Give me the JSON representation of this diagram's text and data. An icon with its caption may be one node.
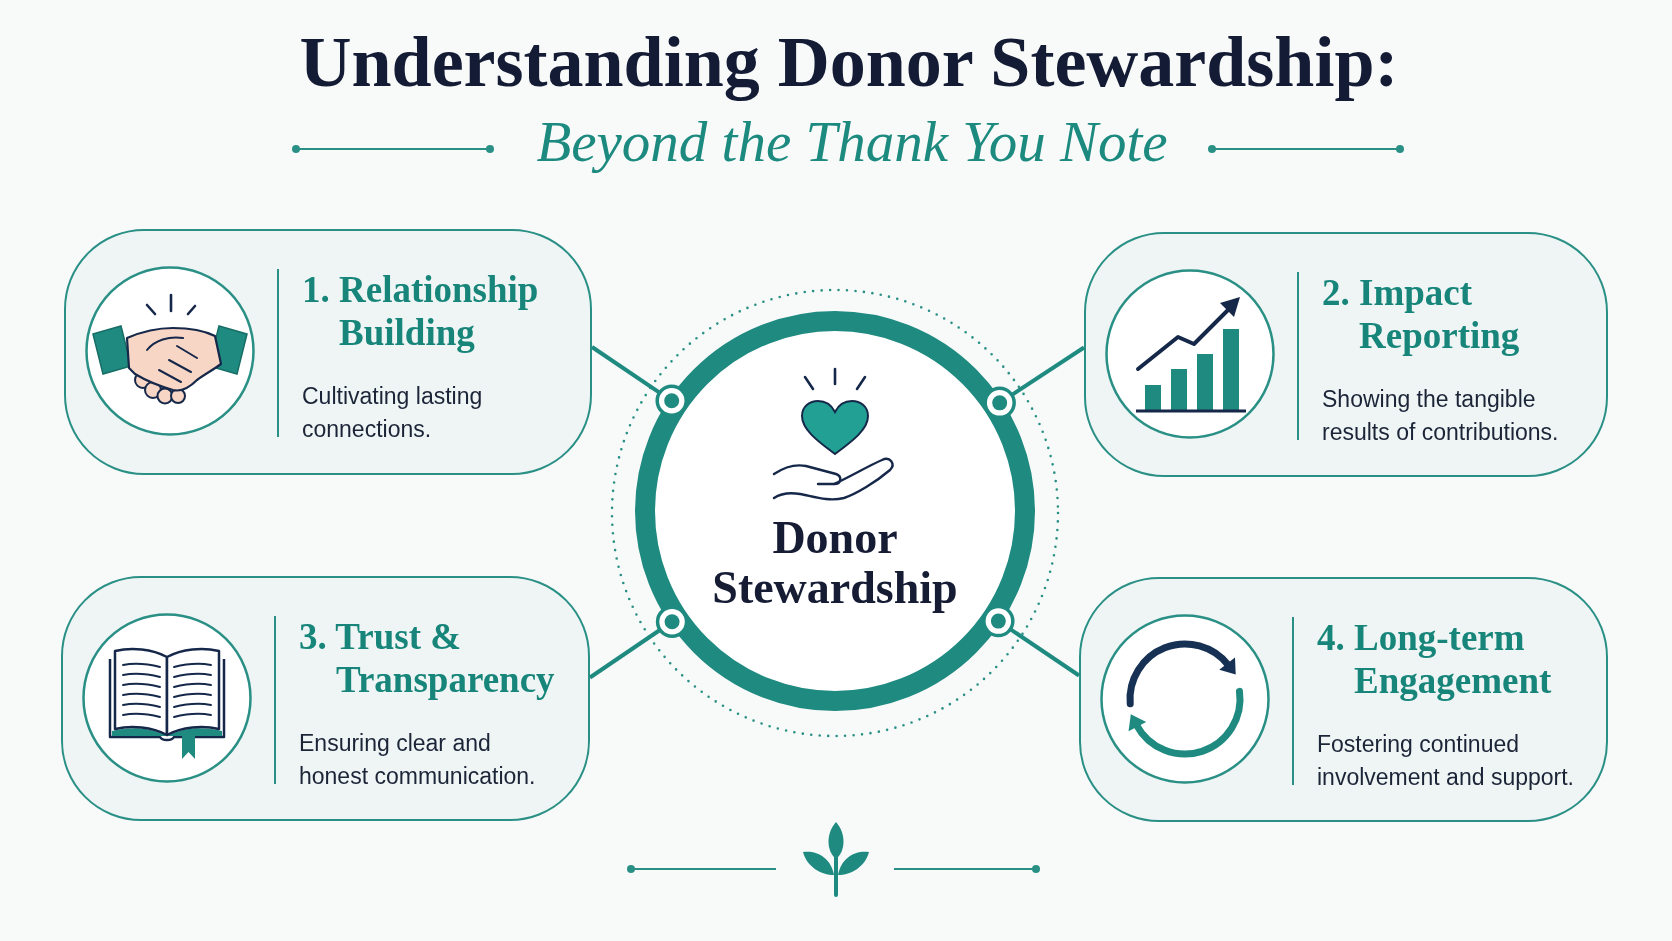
{
  "diagram": {
    "title": "Understanding Donor Stewardship:",
    "nodes": [
      {
        "text": [
          "1. Relationship Building",
          "Cultivating lasting connections."
        ]
      },
      {
        "text": [
          "2. Impact Reporting",
          "Showing the tangible results of contributions."
        ]
      },
      {
        "text": [
          "Donor Stewardship"
        ]
      },
      {
        "text": [
          "3. Trust & Transparency",
          "Ensuring clear and honest communication."
        ]
      },
      {
        "text": [
          "4. Long-term Engagement",
          "Fostering continued involvement and support."
        ]
      }
    ],
    "edges": [
      {
        "from": 0,
        "to": 2,
        "arrow": "other"
      },
      {
        "from": 1,
        "to": 2,
        "arrow": "other"
      },
      {
        "from": 3,
        "to": 2,
        "arrow": "other"
      },
      {
        "from": 4,
        "to": 2,
        "arrow": "other"
      }
    ],
    "labels": [
      "Beyond the Thank You Note"
    ]
  }
}
